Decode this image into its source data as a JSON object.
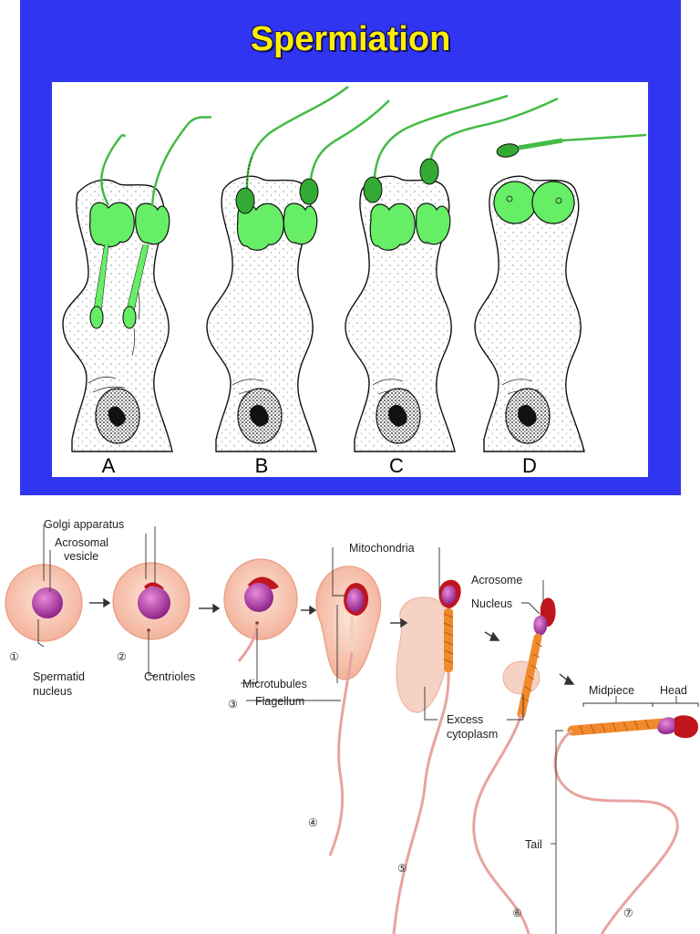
{
  "slide": {
    "title": "Spermiation",
    "panel_labels": [
      "A",
      "B",
      "C",
      "D"
    ],
    "colors": {
      "background": "#2f35f0",
      "title": "#ffee00",
      "spermatid": "#66ee66",
      "outline": "#111111"
    }
  },
  "spermiogenesis": {
    "labels": {
      "golgi": "Golgi apparatus",
      "acrosomal_1": "Acrosomal",
      "acrosomal_2": "vesicle",
      "spermatid_1": "Spermatid",
      "spermatid_2": "nucleus",
      "centrioles": "Centrioles",
      "microtubules": "Microtubules",
      "flagellum": "Flagellum",
      "mitochondria": "Mitochondria",
      "acrosome": "Acrosome",
      "nucleus": "Nucleus",
      "excess_1": "Excess",
      "excess_2": "cytoplasm",
      "midpiece": "Midpiece",
      "head": "Head",
      "tail": "Tail"
    },
    "steps": [
      "①",
      "②",
      "③",
      "④",
      "⑤",
      "⑥",
      "⑦"
    ],
    "colors": {
      "cell": "#f7c9b5",
      "nucleus": "#b23ca6",
      "acrosome": "#d41e1e",
      "midpiece": "#f08a2c",
      "flagellum": "#e8a3a0"
    }
  }
}
